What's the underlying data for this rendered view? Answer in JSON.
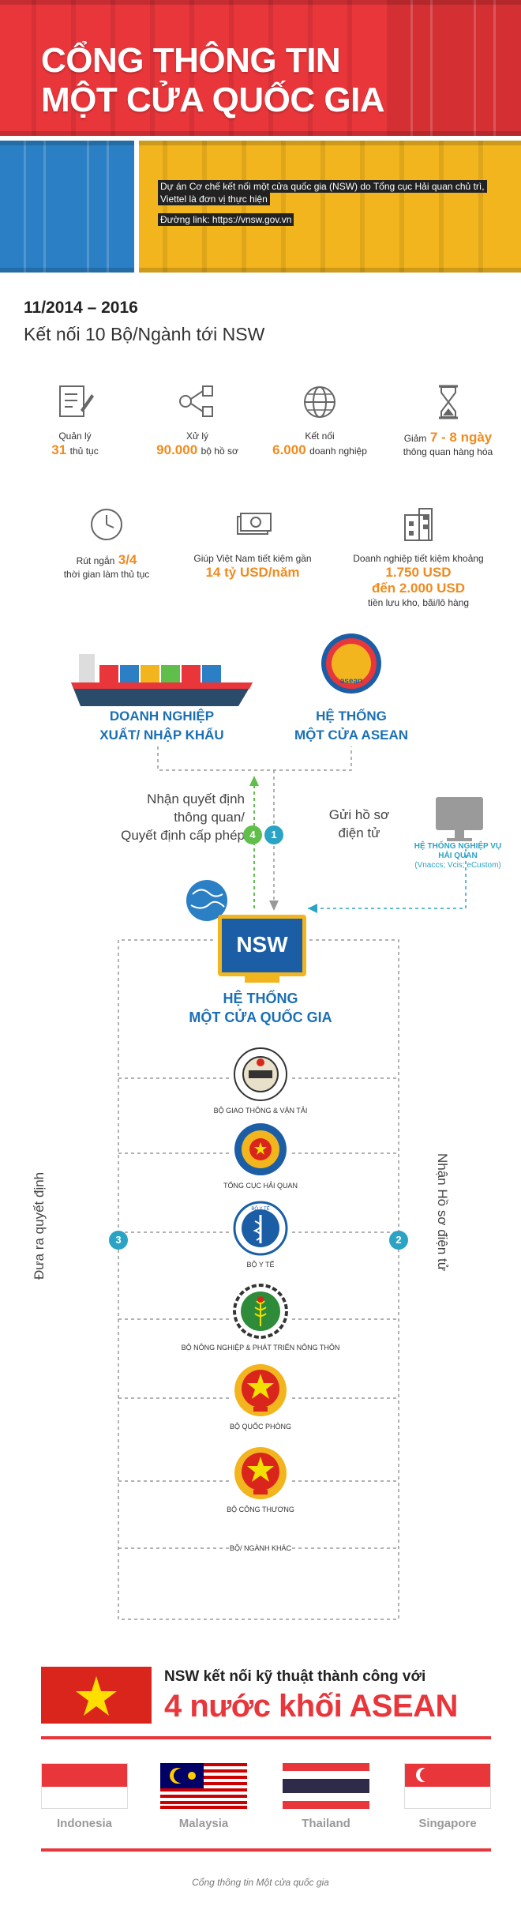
{
  "header": {
    "title_line1": "CỔNG THÔNG TIN",
    "title_line2": "MỘT CỬA QUỐC GIA",
    "info_line1": "Dự án Cơ chế kết nối một cửa quốc gia (NSW) do Tổng cục Hải quan chủ trì,",
    "info_line2": "Viettel là đơn vị thực hiện",
    "link_text": "Đường link: https://vnsw.gov.vn"
  },
  "period": "11/2014 – 2016",
  "connect": "Kết nối 10 Bộ/Ngành tới NSW",
  "stats": [
    {
      "icon": "document-edit-icon",
      "pre": "Quản lý",
      "num": "31",
      "post": "thủ tục"
    },
    {
      "icon": "process-flow-icon",
      "pre": "Xử lý",
      "num": "90.000",
      "post": "bộ hồ sơ"
    },
    {
      "icon": "globe-icon",
      "pre": "Kết nối",
      "num": "6.000",
      "post": "doanh nghiệp"
    },
    {
      "icon": "hourglass-icon",
      "pre": "Giảm",
      "num": "7 - 8 ngày",
      "post": "thông quan hàng hóa"
    },
    {
      "icon": "clock-icon",
      "pre": "Rút ngắn",
      "num": "3/4",
      "post": "thời gian làm thủ tục"
    },
    {
      "icon": "money-icon",
      "pre": "Giúp Việt Nam tiết kiệm gần",
      "num": "14 tỷ USD/năm",
      "post": ""
    },
    {
      "icon": "warehouse-icon",
      "pre": "Doanh nghiệp tiết kiệm khoảng",
      "num": "1.750 USD",
      "num2": "đến 2.000 USD",
      "post": "tiền lưu kho, bãi/lô hàng"
    }
  ],
  "diagram": {
    "enterprise_line1": "DOANH NGHIỆP",
    "enterprise_line2": "XUẤT/ NHẬP KHẨU",
    "asean_line1": "HỆ THỐNG",
    "asean_line2": "MỘT CỬA ASEAN",
    "asean_logo_text": "asean",
    "receive_line1": "Nhận quyết định",
    "receive_line2": "thông quan/",
    "receive_line3": "Quyết định cấp phép",
    "send_line1": "Gửi hồ sơ",
    "send_line2": "điện tử",
    "customs_line1": "HỆ THỐNG NGHIỆP VỤ",
    "customs_line2": "HẢI QUAN",
    "customs_line3": "(Vnaccs; Vcis; eCustom)",
    "nsw": "NSW",
    "national_line1": "HỆ THỐNG",
    "national_line2": "MỘT CỬA QUỐC GIA",
    "left_vertical": "Đưa ra quyết định",
    "right_vertical": "Nhận Hồ sơ điện tử",
    "step1": "1",
    "step2": "2",
    "step3": "3",
    "step4": "4",
    "ministries": [
      "BỘ GIAO THÔNG & VẬN TẢI",
      "TỔNG CỤC HẢI QUAN",
      "BỘ Y TẾ",
      "BỘ NÔNG NGHIỆP & PHÁT TRIỂN NÔNG THÔN",
      "BỘ QUỐC PHÒNG",
      "BỘ CÔNG THƯƠNG",
      "BỘ/ NGÀNH KHÁC"
    ],
    "moh_seal_text": "BỘ Y TẾ"
  },
  "asean": {
    "headline": "NSW kết nối kỹ thuật thành công với",
    "big": "4 nước khối ASEAN",
    "countries": [
      "Indonesia",
      "Malaysia",
      "Thailand",
      "Singapore"
    ]
  },
  "footer": "Cổng thông tin Một cửa quốc gia",
  "colors": {
    "red": "#e8363b",
    "blue": "#2b7fc4",
    "yellow": "#f2b51e",
    "orange": "#f08b1e",
    "label_blue": "#1b6fb5",
    "green": "#5fbf4a",
    "teal": "#2aa3c4"
  }
}
